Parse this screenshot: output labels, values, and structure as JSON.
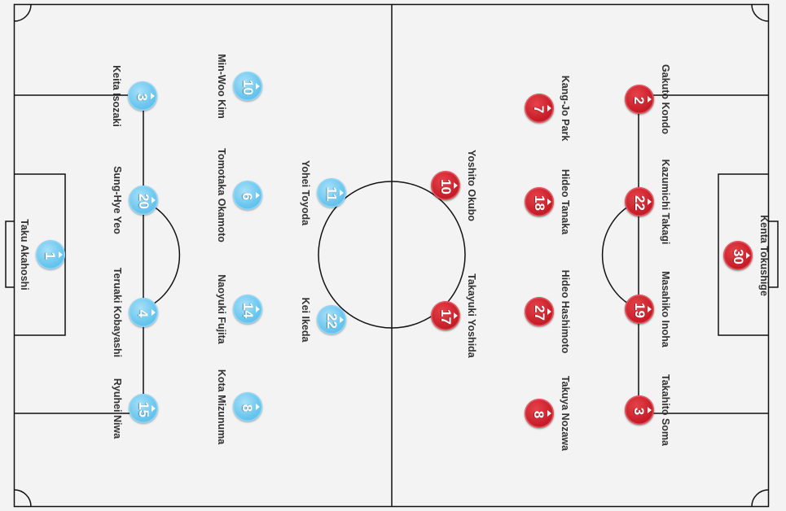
{
  "colors": {
    "home": "#6cc7ef",
    "away": "#c81f2a",
    "lines": "#111111",
    "turf": "#f3f3f3"
  },
  "home_players": [
    {
      "number": "1",
      "name": "Taku Akahoshi"
    },
    {
      "number": "3",
      "name": "Keita Isozaki"
    },
    {
      "number": "20",
      "name": "Sung-Hye Yeo"
    },
    {
      "number": "4",
      "name": "Teruaki Kobayashi"
    },
    {
      "number": "15",
      "name": "Ryuhei Niwa"
    },
    {
      "number": "10",
      "name": "Min-Woo Kim"
    },
    {
      "number": "6",
      "name": "Tomotaka Okamoto"
    },
    {
      "number": "14",
      "name": "Naoyuki Fujita"
    },
    {
      "number": "8",
      "name": "Kota Mizunuma"
    },
    {
      "number": "11",
      "name": "Yohei Toyoda"
    },
    {
      "number": "22",
      "name": "Kei Ikeda"
    }
  ],
  "away_players": [
    {
      "number": "10",
      "name": "Yoshito Okubo"
    },
    {
      "number": "17",
      "name": "Takayuki Yoshida"
    },
    {
      "number": "7",
      "name": "Kang-Jo Park"
    },
    {
      "number": "18",
      "name": "Hideo Tanaka"
    },
    {
      "number": "27",
      "name": "Hideo Hashimoto"
    },
    {
      "number": "8",
      "name": "Takuya Nozawa"
    },
    {
      "number": "2",
      "name": "Gakuto Kondo"
    },
    {
      "number": "22",
      "name": "Kazumichi Takagi"
    },
    {
      "number": "19",
      "name": "Masahiko Inoha"
    },
    {
      "number": "3",
      "name": "Takahito Soma"
    },
    {
      "number": "30",
      "name": "Kenta Tokushige"
    }
  ]
}
